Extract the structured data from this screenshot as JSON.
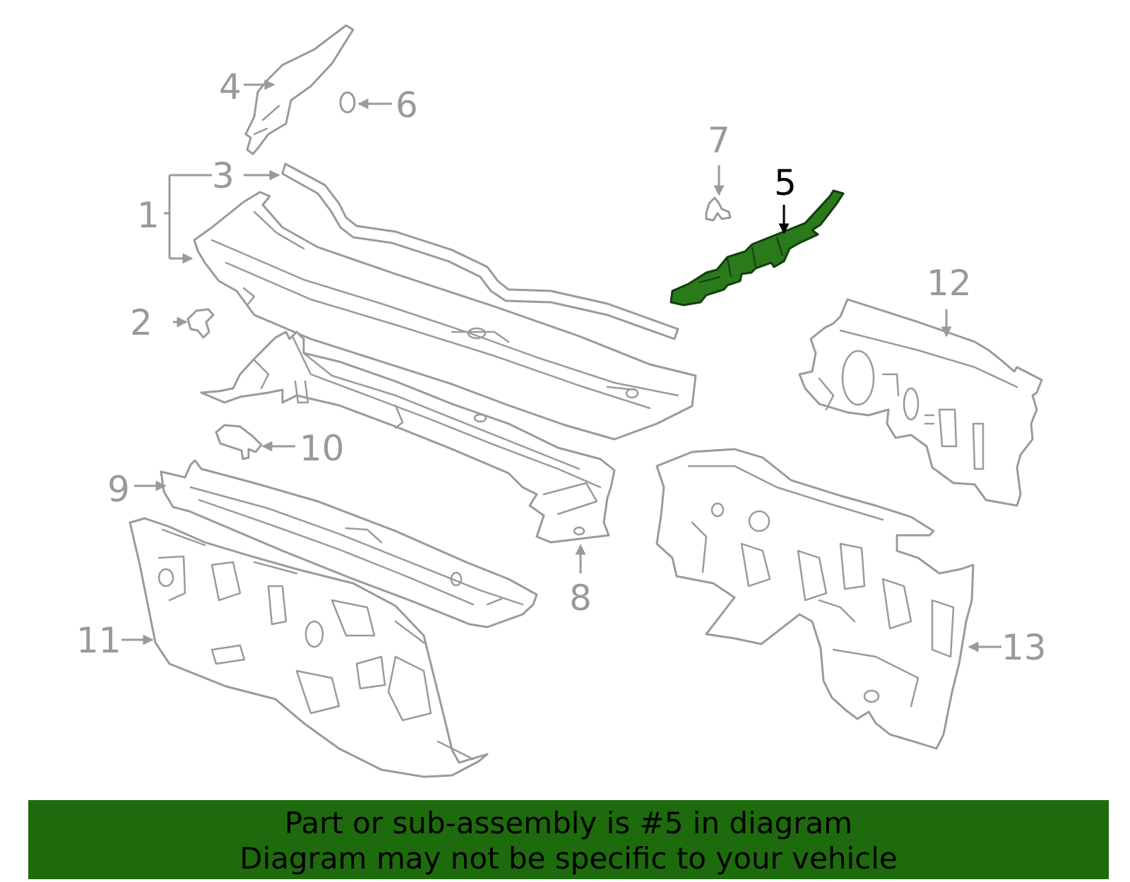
{
  "callouts": {
    "c1": "1",
    "c2": "2",
    "c3": "3",
    "c4": "4",
    "c5": "5",
    "c6": "6",
    "c7": "7",
    "c8": "8",
    "c9": "9",
    "c10": "10",
    "c11": "11",
    "c12": "12",
    "c13": "13"
  },
  "highlighted_part": "5",
  "colors": {
    "highlight": "#2a7a1c",
    "banner": "#1e6b0d",
    "line_art": "#9a9a9a"
  },
  "banner": {
    "line1": "Part or sub-assembly is #5 in diagram",
    "line2": "Diagram may not be specific to your vehicle"
  }
}
